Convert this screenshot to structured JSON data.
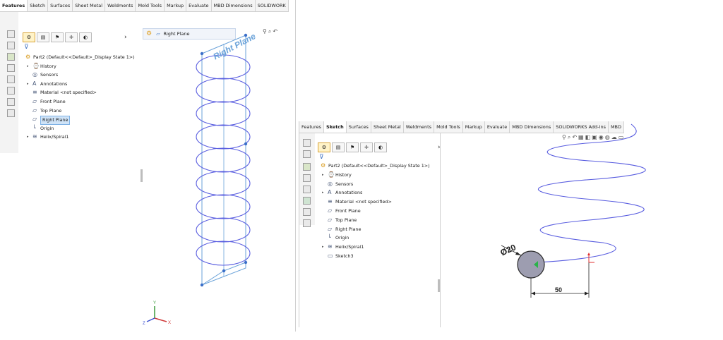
{
  "left_window": {
    "tabs": [
      "Features",
      "Sketch",
      "Surfaces",
      "Sheet Metal",
      "Weldments",
      "Mold Tools",
      "Markup",
      "Evaluate",
      "MBD Dimensions",
      "SOLIDWORK"
    ],
    "active_tab": "Features",
    "breadcrumb": "Right Plane",
    "plane_label": "Right Plane",
    "tree": [
      {
        "label": "Part2  (Default<<Default>_Display State 1>)",
        "expand": false,
        "icon": "part-icon"
      },
      {
        "label": "History",
        "expand": true,
        "icon": "history-icon"
      },
      {
        "label": "Sensors",
        "expand": false,
        "icon": "sensor-icon"
      },
      {
        "label": "Annotations",
        "expand": true,
        "icon": "annotation-icon"
      },
      {
        "label": "Material <not specified>",
        "expand": false,
        "icon": "material-icon"
      },
      {
        "label": "Front Plane",
        "expand": false,
        "icon": "plane-icon"
      },
      {
        "label": "Top Plane",
        "expand": false,
        "icon": "plane-icon"
      },
      {
        "label": "Right Plane",
        "expand": false,
        "icon": "plane-icon",
        "selected": true
      },
      {
        "label": "Origin",
        "expand": false,
        "icon": "origin-icon"
      },
      {
        "label": "Helix/Spiral1",
        "expand": true,
        "icon": "helix-icon"
      }
    ]
  },
  "right_window": {
    "tabs": [
      "Features",
      "Sketch",
      "Surfaces",
      "Sheet Metal",
      "Weldments",
      "Mold Tools",
      "Markup",
      "Evaluate",
      "MBD Dimensions",
      "SOLIDWORKS Add-Ins",
      "MBD"
    ],
    "active_tab": "Sketch",
    "tree": [
      {
        "label": "Part2  (Default<<Default>_Display State 1>)",
        "expand": false,
        "icon": "part-icon"
      },
      {
        "label": "History",
        "expand": true,
        "icon": "history-icon"
      },
      {
        "label": "Sensors",
        "expand": false,
        "icon": "sensor-icon"
      },
      {
        "label": "Annotations",
        "expand": true,
        "icon": "annotation-icon"
      },
      {
        "label": "Material <not specified>",
        "expand": false,
        "icon": "material-icon"
      },
      {
        "label": "Front Plane",
        "expand": false,
        "icon": "plane-icon"
      },
      {
        "label": "Top Plane",
        "expand": false,
        "icon": "plane-icon"
      },
      {
        "label": "Right Plane",
        "expand": false,
        "icon": "plane-icon"
      },
      {
        "label": "Origin",
        "expand": false,
        "icon": "origin-icon"
      },
      {
        "label": "Helix/Spiral1",
        "expand": true,
        "icon": "helix-icon"
      },
      {
        "label": "Sketch3",
        "expand": false,
        "icon": "sketch-icon"
      }
    ],
    "diameter_label": "Ø20",
    "distance_label": "50"
  },
  "colors": {
    "helix": "#5a5ee0",
    "plane": "#6aa2d9",
    "selection": "#cfe3f7",
    "circle_fill": "#9d9db0"
  }
}
